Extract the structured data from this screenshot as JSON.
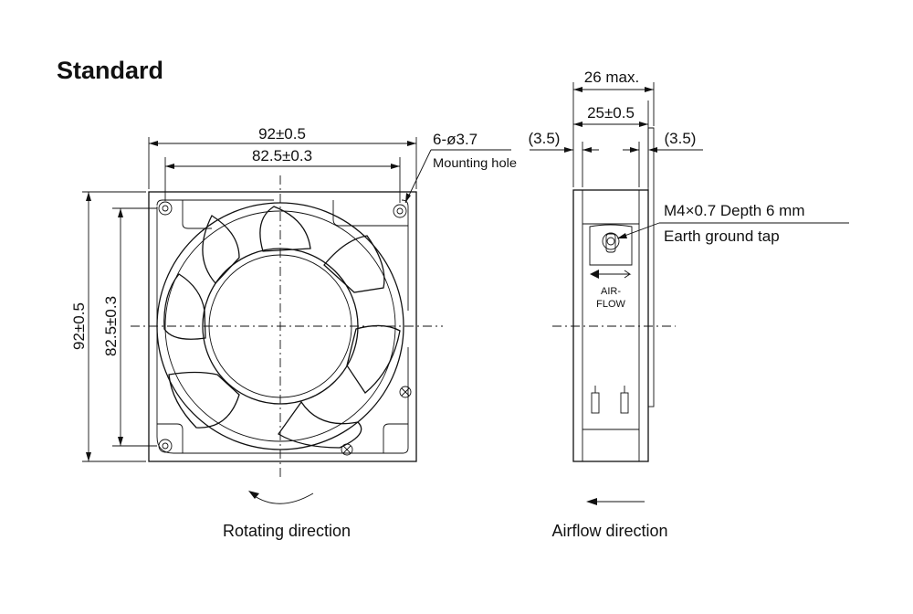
{
  "title": "Standard",
  "front_view": {
    "width_outer": "92±0.5",
    "width_pitch": "82.5±0.3",
    "height_outer": "92±0.5",
    "height_pitch": "82.5±0.3",
    "hole_callout": "6-ø3.7",
    "hole_label": "Mounting hole",
    "caption": "Rotating direction"
  },
  "side_view": {
    "depth_max": "26 max.",
    "depth": "25±0.5",
    "flange_left": "(3.5)",
    "flange_right": "(3.5)",
    "tap_spec": "M4×0.7 Depth 6 mm",
    "tap_label": "Earth ground tap",
    "airflow_label_1": "AIR-",
    "airflow_label_2": "FLOW",
    "caption": "Airflow direction"
  }
}
